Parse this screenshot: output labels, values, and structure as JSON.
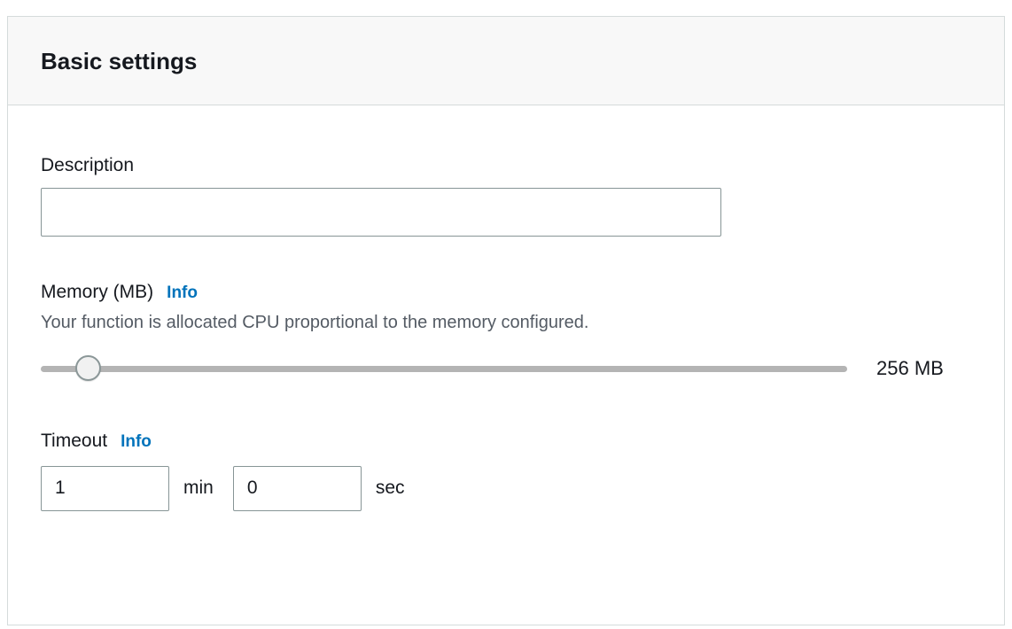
{
  "panel": {
    "title": "Basic settings"
  },
  "fields": {
    "description": {
      "label": "Description",
      "value": ""
    },
    "memory": {
      "label": "Memory (MB)",
      "info": "Info",
      "help": "Your function is allocated CPU proportional to the memory configured.",
      "display_value": "256 MB"
    },
    "timeout": {
      "label": "Timeout",
      "info": "Info",
      "minutes": "1",
      "minutes_unit": "min",
      "seconds": "0",
      "seconds_unit": "sec"
    }
  },
  "colors": {
    "link": "#0073bb",
    "text": "#16191f",
    "help_text": "#545b64",
    "panel_border": "#d5dbdb",
    "header_background": "#f8f8f8"
  }
}
